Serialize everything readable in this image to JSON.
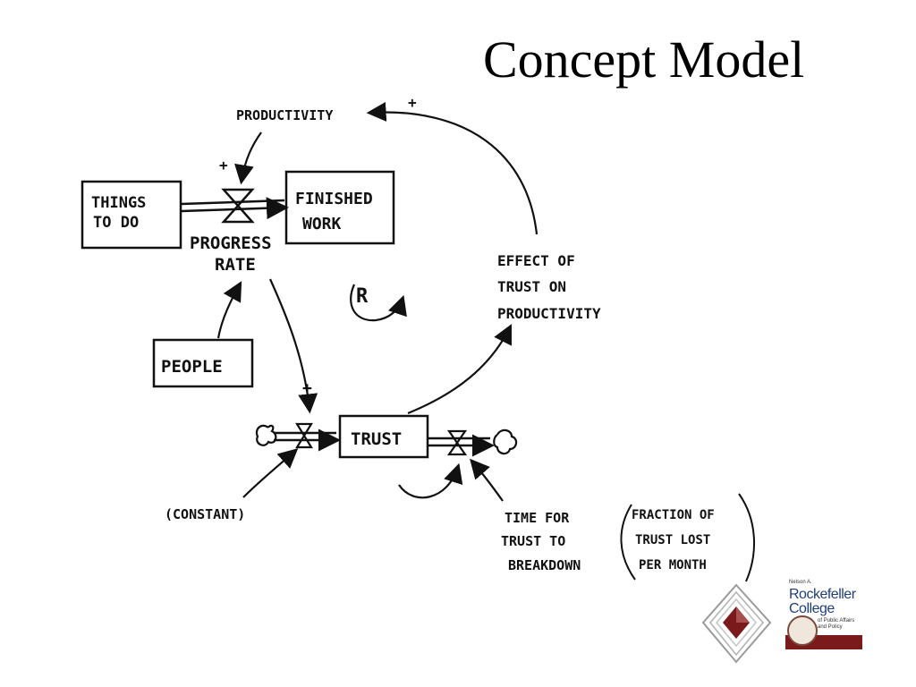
{
  "slide": {
    "title": "Concept Model"
  },
  "diagram": {
    "stocks": {
      "things_to_do": [
        "THINGS",
        "TO DO"
      ],
      "finished_work": [
        "FINISHED",
        "WORK"
      ],
      "trust": "TRUST",
      "people": "PEOPLE"
    },
    "flows": {
      "progress_rate": [
        "PROGRESS",
        "RATE"
      ]
    },
    "variables": {
      "productivity": "PRODUCTIVITY",
      "effect_of_trust": [
        "EFFECT OF",
        "TRUST ON",
        "PRODUCTIVITY"
      ],
      "constant": "(CONSTANT)",
      "time_for_trust": [
        "TIME FOR",
        "TRUST TO",
        "BREAKDOWN"
      ],
      "fraction_trust_lost": [
        "FRACTION OF",
        "TRUST LOST",
        "PER MONTH"
      ]
    },
    "loop_label": "R",
    "polarity_plus": "+"
  },
  "logo": {
    "prefix": "Nelson A.",
    "line1": "Rockefeller",
    "line2": "College",
    "sub1": "of Public Affairs",
    "sub2": "and Policy",
    "colors": {
      "maroon": "#7a1a1a",
      "navy": "#1f3f7a"
    }
  }
}
